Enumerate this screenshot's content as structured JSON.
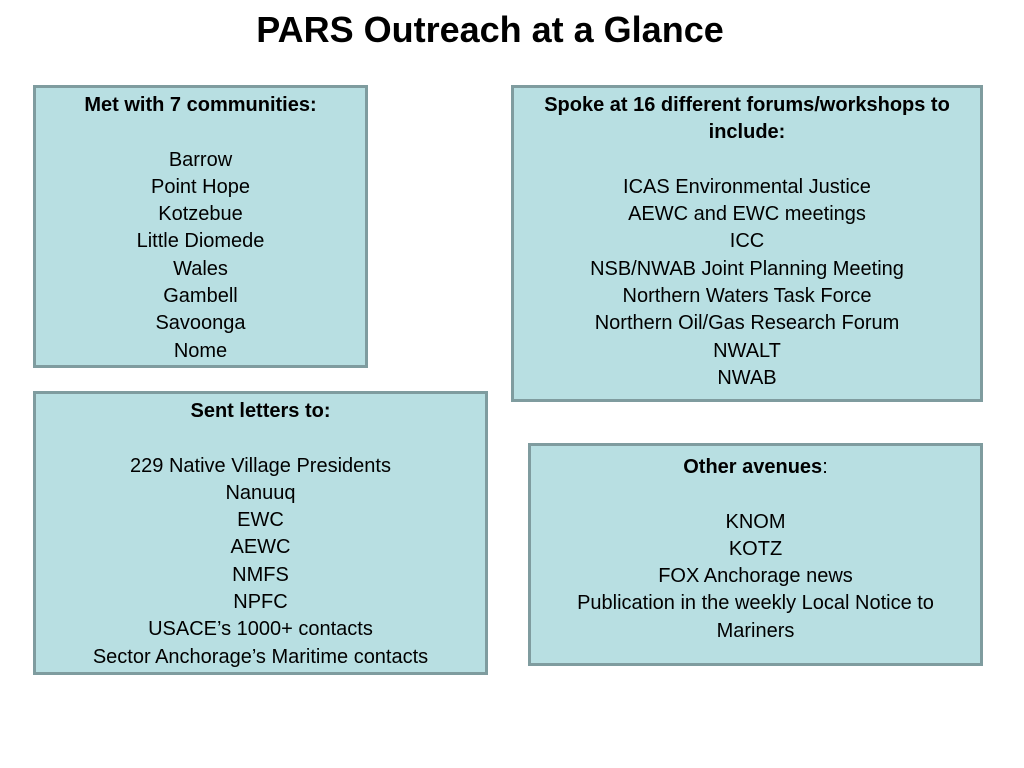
{
  "page": {
    "title": "PARS Outreach at a Glance"
  },
  "communities": {
    "heading": "Met with 7 communities:",
    "items": [
      "Barrow",
      "Point Hope",
      "Kotzebue",
      "Little Diomede",
      "Wales",
      "Gambell",
      "Savoonga",
      "Nome"
    ]
  },
  "forums": {
    "heading": "Spoke at 16 different forums/workshops to include:",
    "items": [
      "ICAS Environmental Justice",
      "AEWC and EWC meetings",
      "ICC",
      "NSB/NWAB Joint Planning Meeting",
      "Northern Waters Task Force",
      "Northern Oil/Gas Research Forum",
      "NWALT",
      "NWAB"
    ]
  },
  "letters": {
    "heading": "Sent letters to:",
    "items": [
      "229 Native Village Presidents",
      "Nanuuq",
      "EWC",
      "AEWC",
      "NMFS",
      "NPFC",
      "USACE’s 1000+ contacts",
      "Sector Anchorage’s Maritime contacts"
    ]
  },
  "avenues": {
    "heading": "Other avenues",
    "heading_suffix": ":",
    "items": [
      "KNOM",
      "KOTZ",
      "FOX Anchorage news",
      "Publication in the weekly Local Notice to Mariners"
    ]
  },
  "colors": {
    "box_fill": "#b8dfe2",
    "box_border": "#7f9c9f"
  }
}
